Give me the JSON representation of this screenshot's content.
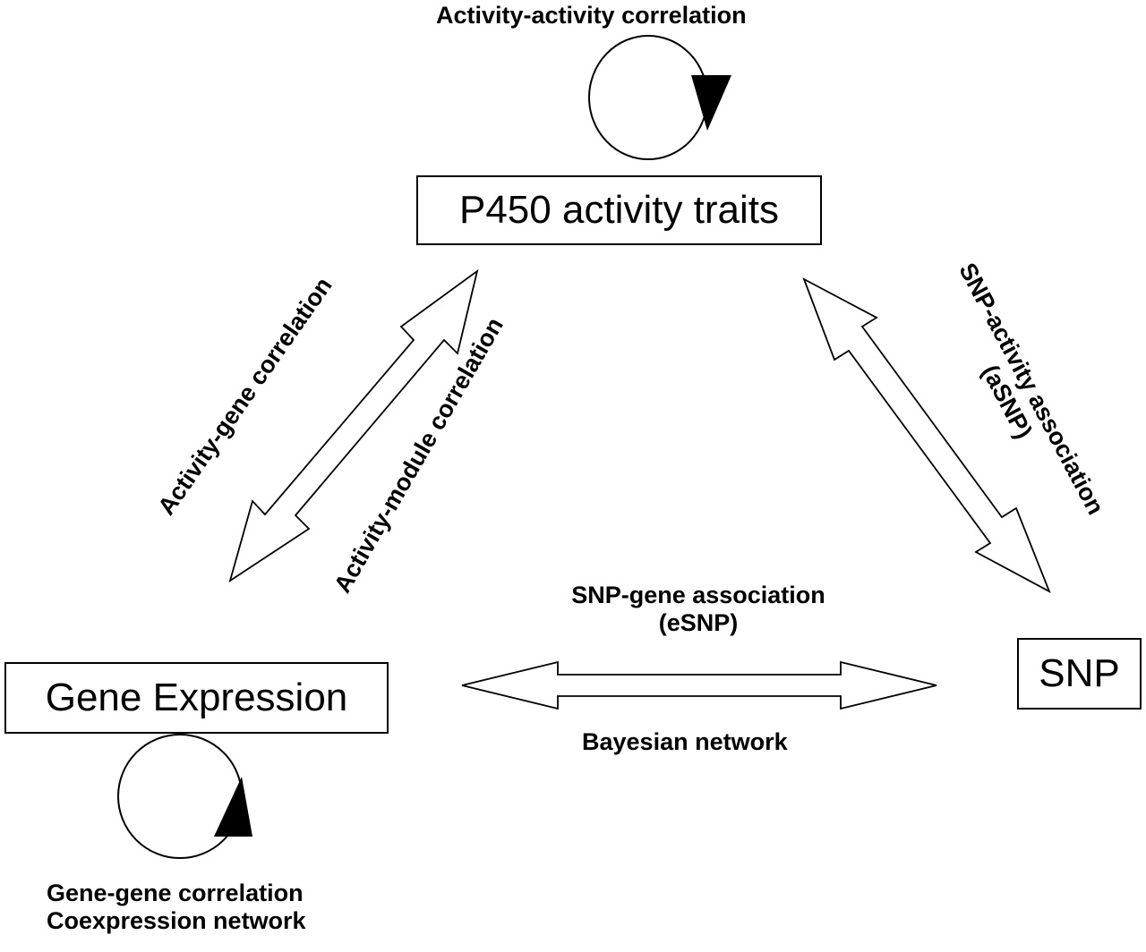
{
  "nodes": {
    "p450": "P450 activity traits",
    "gene_expression": "Gene Expression",
    "snp": "SNP"
  },
  "edges": {
    "activity_activity": "Activity-activity correlation",
    "activity_gene": "Activity-gene correlation",
    "activity_module": "Activity-module correlation",
    "snp_activity_line1": "SNP-activity association",
    "snp_activity_line2": "(aSNP)",
    "snp_gene_line1": "SNP-gene association",
    "snp_gene_line2": "(eSNP)",
    "bayesian": "Bayesian network",
    "gene_gene_line1": "Gene-gene correlation",
    "gene_gene_line2": "Coexpression network"
  },
  "colors": {
    "stroke": "#000000",
    "fill": "#ffffff"
  }
}
